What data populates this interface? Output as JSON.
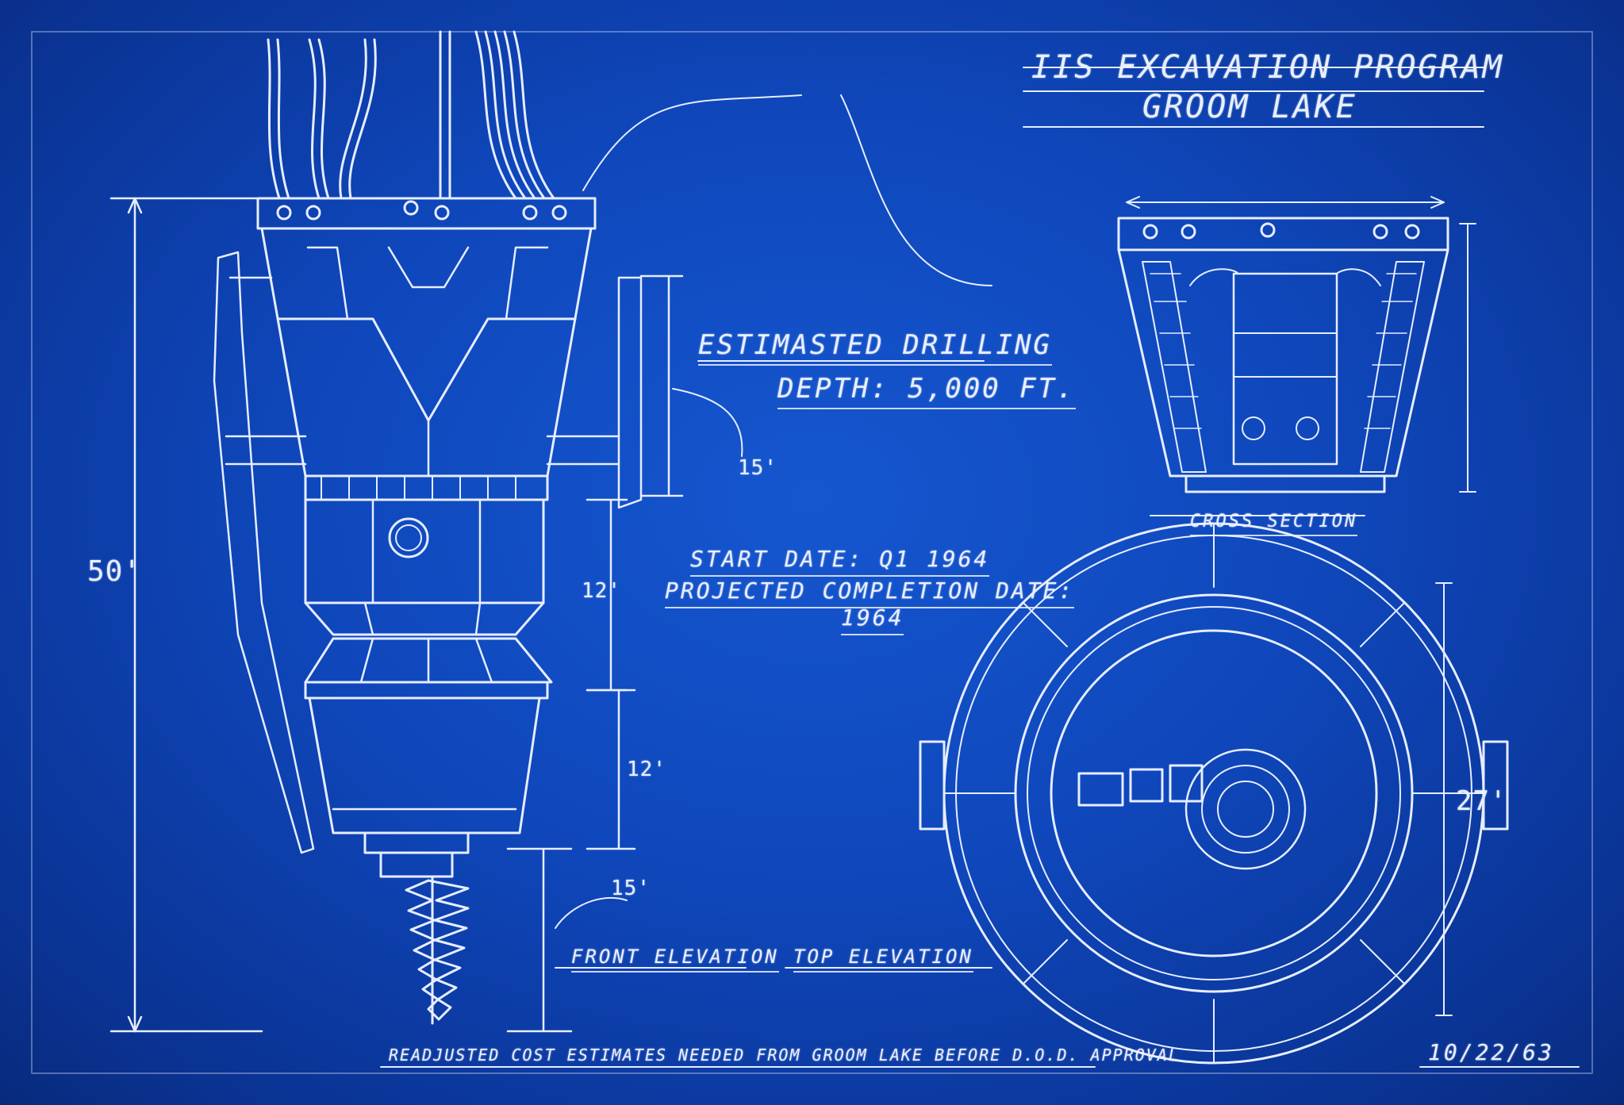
{
  "title": {
    "line1": "IIS EXCAVATION PROGRAM",
    "line2": "GROOM LAKE"
  },
  "notes": {
    "drilling_line1": "ESTIMASTED DRILLING",
    "drilling_line2": "DEPTH: 5,000 FT.",
    "start_date": "START DATE: Q1 1964",
    "completion_line1": "PROJECTED COMPLETION DATE:",
    "completion_line2": "1964",
    "footer": "READJUSTED COST ESTIMATES NEEDED FROM GROOM LAKE BEFORE D.O.D. APPROVAL",
    "date_stamp": "10/22/63"
  },
  "views": {
    "front": "FRONT ELEVATION",
    "top": "TOP ELEVATION",
    "cross": "CROSS SECTION"
  },
  "dimensions": {
    "overall_height": "50'",
    "side_panel": "15'",
    "mid_section": "12'",
    "lower_section": "12'",
    "drill_bit": "15'",
    "top_diameter": "27'"
  },
  "colors": {
    "paper": "#0f47bb",
    "chalk": "#e9efff"
  }
}
